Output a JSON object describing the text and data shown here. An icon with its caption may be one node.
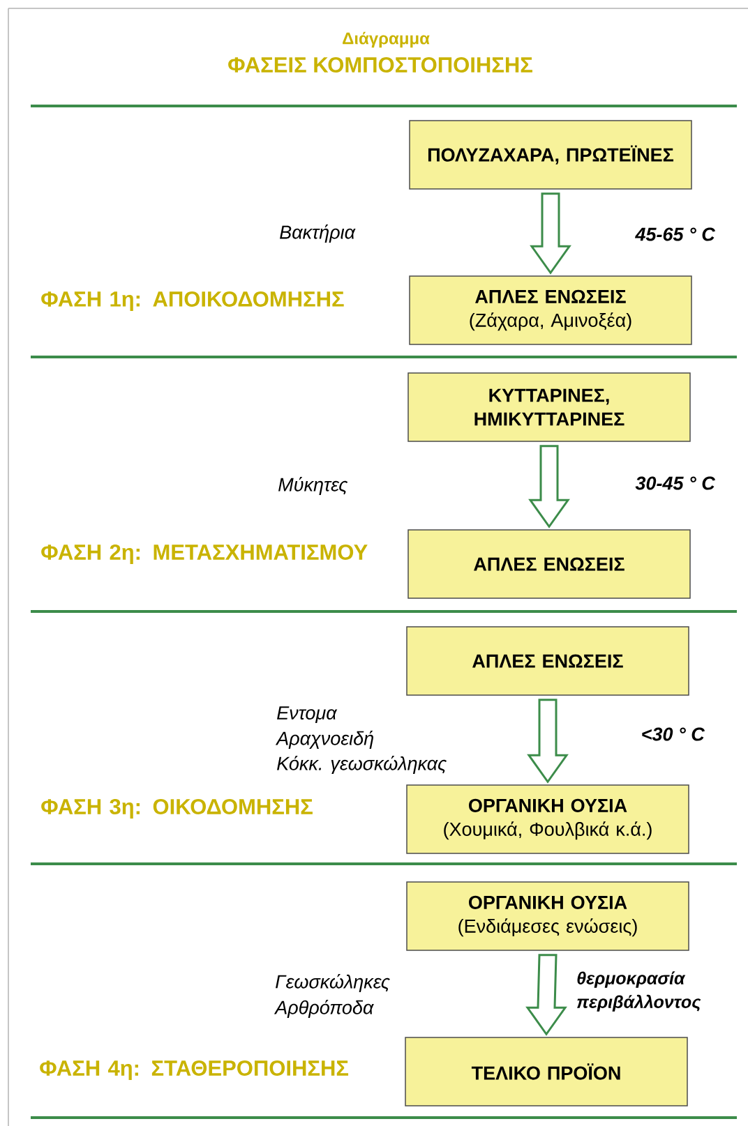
{
  "diagram": {
    "title": "ΦΑΣΕΙΣ ΚΟΜΠΟΣΤΟΠΟΙΗΣΗΣ",
    "nodes": [
      {
        "text": [
          "ΠΟΛΥΖΑΧΑΡΑ, ΠΡΩΤΕΪΝΕΣ"
        ]
      },
      {
        "text": [
          "ΑΠΛΕΣ ΕΝΩΣΕΙΣ",
          "(Ζάχαρα, Αμινοξέα)"
        ]
      },
      {
        "text": [
          "ΚΥΤΤΑΡΙΝΕΣ, ΗΜΙΚΥΤΤΑΡΙΝΕΣ"
        ]
      },
      {
        "text": [
          "ΑΠΛΕΣ ΕΝΩΣΕΙΣ"
        ]
      },
      {
        "text": [
          "ΑΠΛΕΣ ΕΝΩΣΕΙΣ"
        ]
      },
      {
        "text": [
          "ΟΡΓΑΝΙΚΗ ΟΥΣΙΑ",
          "(Χουμικά, Φουλβικά κ.ά.)"
        ]
      },
      {
        "text": [
          "ΟΡΓΑΝΙΚΗ ΟΥΣΙΑ",
          "(Ενδιάμεσες ενώσεις)"
        ]
      },
      {
        "text": [
          "ΤΕΛΙΚΟ ΠΡΟΪΟΝ"
        ]
      }
    ],
    "edges": [
      {
        "from": 0,
        "to": 1,
        "arrow": "to"
      },
      {
        "from": 2,
        "to": 3,
        "arrow": "to"
      },
      {
        "from": 4,
        "to": 5,
        "arrow": "to"
      },
      {
        "from": 6,
        "to": 7,
        "arrow": "to"
      }
    ],
    "labels": [
      "Διάγραμμα",
      "Βακτήρια",
      "45-65 ° C",
      "ΦΑΣΗ 1η: ΑΠΟΙΚΟΔΟΜΗΣΗΣ",
      "Μύκητες",
      "30-45 ° C",
      "ΦΑΣΗ 2η: ΜΕΤΑΣΧΗΜΑΤΙΣΜΟΥ",
      "Εντομα",
      "Αραχνοειδή",
      "Κόκκ. γεωσκώληκας",
      "<30 ° C",
      "ΦΑΣΗ 3η: ΟΙΚΟΔΟΜΗΣΗΣ",
      "Γεωσκώληκες",
      "Αρθρόποδα",
      "θερμοκρασία περιβάλλοντος",
      "ΦΑΣΗ 4η: ΣΤΑΘΕΡΟΠΟΙΗΣΗΣ"
    ]
  }
}
